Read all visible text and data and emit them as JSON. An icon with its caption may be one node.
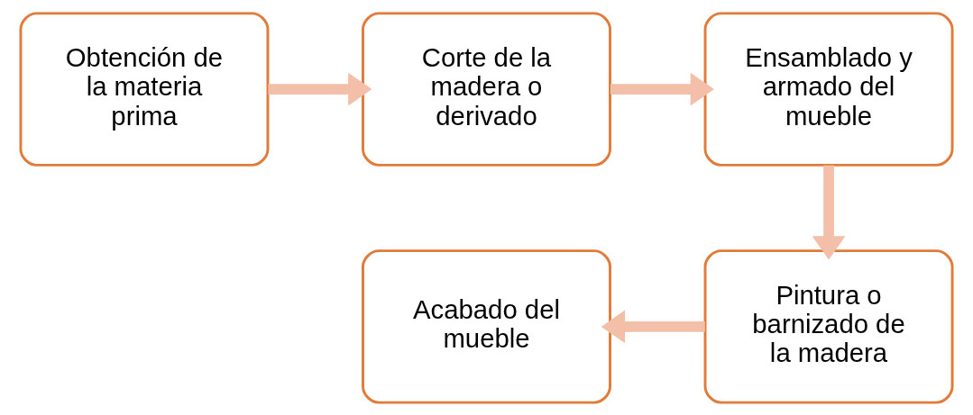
{
  "diagram": {
    "nodes": [
      {
        "text": [
          "Obtención de la materia prima"
        ]
      },
      {
        "text": [
          "Corte de la madera o derivado"
        ]
      },
      {
        "text": [
          "Ensamblado y armado del mueble"
        ]
      },
      {
        "text": [
          "Pintura o barnizado de la madera"
        ]
      },
      {
        "text": [
          "Acabado del mueble"
        ]
      }
    ],
    "edges": [
      {
        "from": 0,
        "to": 1,
        "arrow": "to"
      },
      {
        "from": 1,
        "to": 2,
        "arrow": "to"
      },
      {
        "from": 2,
        "to": 3,
        "arrow": "to"
      },
      {
        "from": 3,
        "to": 4,
        "arrow": "to"
      }
    ]
  }
}
